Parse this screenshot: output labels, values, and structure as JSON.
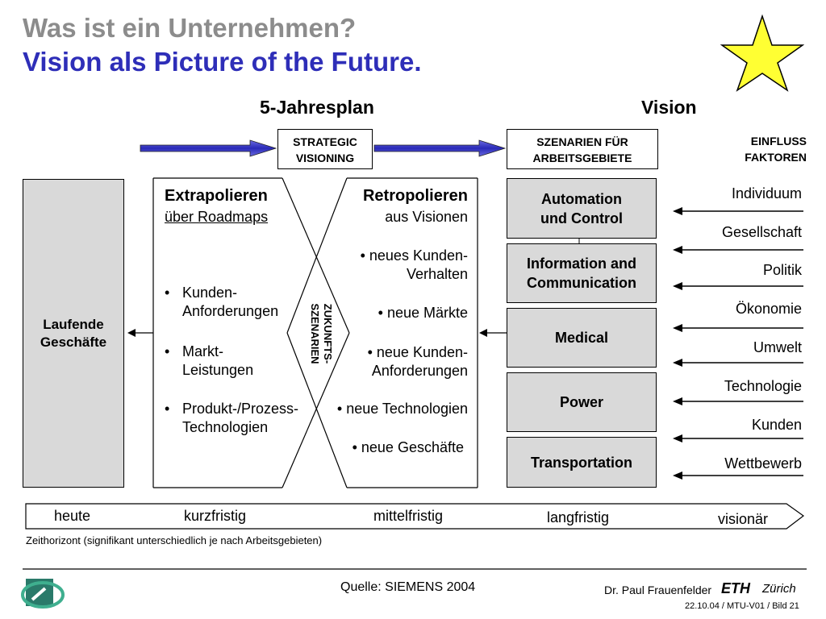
{
  "title": {
    "line1": "Was ist ein Unternehmen?",
    "line2": "Vision als Picture of the Future."
  },
  "headers": {
    "plan": "5-Jahresplan",
    "vision": "Vision"
  },
  "strategic": {
    "line1": "STRATEGIC",
    "line2": "VISIONING"
  },
  "szenarien": {
    "line1": "SZENARIEN FÜR",
    "line2": "ARBEITSGEBIETE"
  },
  "einfluss": {
    "line1": "EINFLUSS",
    "line2": "FAKTOREN"
  },
  "laufende": {
    "line1": "Laufende",
    "line2": "Geschäfte"
  },
  "extrapolieren": {
    "head": "Extrapolieren",
    "sub": "über Roadmaps",
    "bullets": [
      {
        "l1": "Kunden-",
        "l2": "Anforderungen"
      },
      {
        "l1": "Markt-",
        "l2": "Leistungen"
      },
      {
        "l1": "Produkt-/Prozess-",
        "l2": "Technologien"
      }
    ]
  },
  "retropolieren": {
    "head": "Retropolieren",
    "sub": "aus Visionen",
    "bullets": [
      {
        "l1": "• neues Kunden-",
        "l2": "Verhalten"
      },
      {
        "l1": "• neue Märkte",
        "l2": ""
      },
      {
        "l1": "• neue Kunden-",
        "l2": "Anforderungen"
      },
      {
        "l1": "• neue Technologien",
        "l2": ""
      },
      {
        "l1": "• neue Geschäfte",
        "l2": ""
      }
    ]
  },
  "zukunfts": {
    "line1": "ZUKUNFTS-",
    "line2": "SZENARIEN"
  },
  "areas": [
    {
      "l1": "Automation",
      "l2": "und Control"
    },
    {
      "l1": "Information and",
      "l2": "Communication"
    },
    {
      "l1": "Medical",
      "l2": ""
    },
    {
      "l1": "Power",
      "l2": ""
    },
    {
      "l1": "Transportation",
      "l2": ""
    }
  ],
  "factors": [
    "Individuum",
    "Gesellschaft",
    "Politik",
    "Ökonomie",
    "Umwelt",
    "Technologie",
    "Kunden",
    "Wettbewerb"
  ],
  "timeline": {
    "labels": [
      "heute",
      "kurzfristig",
      "mittelfristig",
      "langfristig",
      "visionär"
    ],
    "note": "Zeithorizont (signifikant unterschiedlich je nach Arbeitsgebieten)"
  },
  "footer": {
    "source": "Quelle: SIEMENS 2004",
    "author": "Dr. Paul Frauenfelder",
    "eth": "ETH",
    "zurich": "Zürich",
    "ref": "22.10.04 / MTU-V01 / Bild 21"
  },
  "colors": {
    "title_gray": "#8c8c8c",
    "title_blue": "#2e2eb8",
    "arrow_blue": "#3333cc",
    "box_gray": "#d9d9d9",
    "star": "#ffff33"
  }
}
